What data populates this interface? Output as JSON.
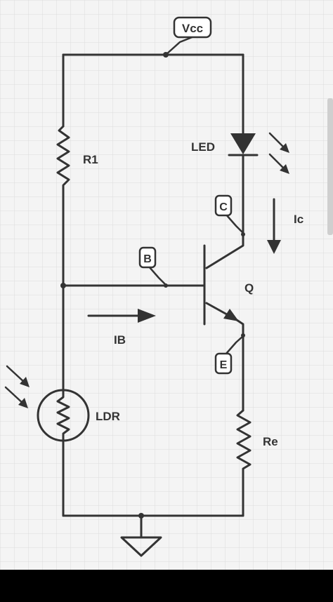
{
  "labels": {
    "vcc": "Vcc",
    "r1": "R1",
    "led": "LED",
    "ic": "Ic",
    "c": "C",
    "b": "B",
    "q": "Q",
    "ib": "IB",
    "e": "E",
    "ldr": "LDR",
    "re": "Re"
  },
  "colors": {
    "grid_background": "#f4f4f4",
    "grid_line": "#dcdcdc",
    "wire": "#333333",
    "bottom_bar": "#000000"
  }
}
